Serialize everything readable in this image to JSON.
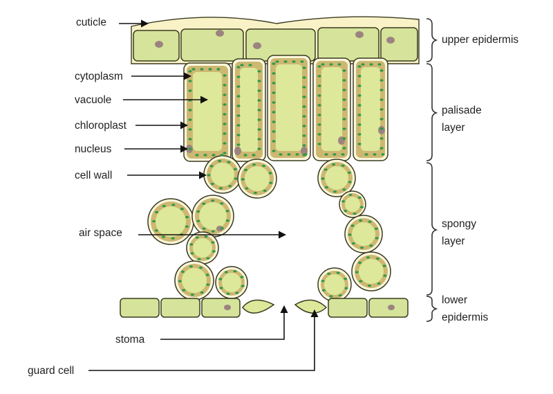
{
  "labels": {
    "cuticle": "cuticle",
    "cytoplasm": "cytoplasm",
    "vacuole": "vacuole",
    "chloroplast": "chloroplast",
    "nucleus": "nucleus",
    "cell_wall": "cell wall",
    "air_space": "air space",
    "stoma": "stoma",
    "guard_cell": "guard cell"
  },
  "layers": {
    "upper_epidermis": "upper epidermis",
    "palisade_line1": "palisade",
    "palisade_line2": "layer",
    "spongy_line1": "spongy",
    "spongy_line2": "layer",
    "lower_line1": "lower",
    "lower_line2": "epidermis"
  },
  "colors": {
    "cell_wall": "#3a3a20",
    "wall_fill": "#fbf6dc",
    "cytoplasm": "#cdb871",
    "vacuole": "#dde89a",
    "chloroplast": "#2e9a4a",
    "nucleus": "#9c8380",
    "cuticle": "#f9f2c7",
    "epidermis_cell": "#d5e49a"
  }
}
